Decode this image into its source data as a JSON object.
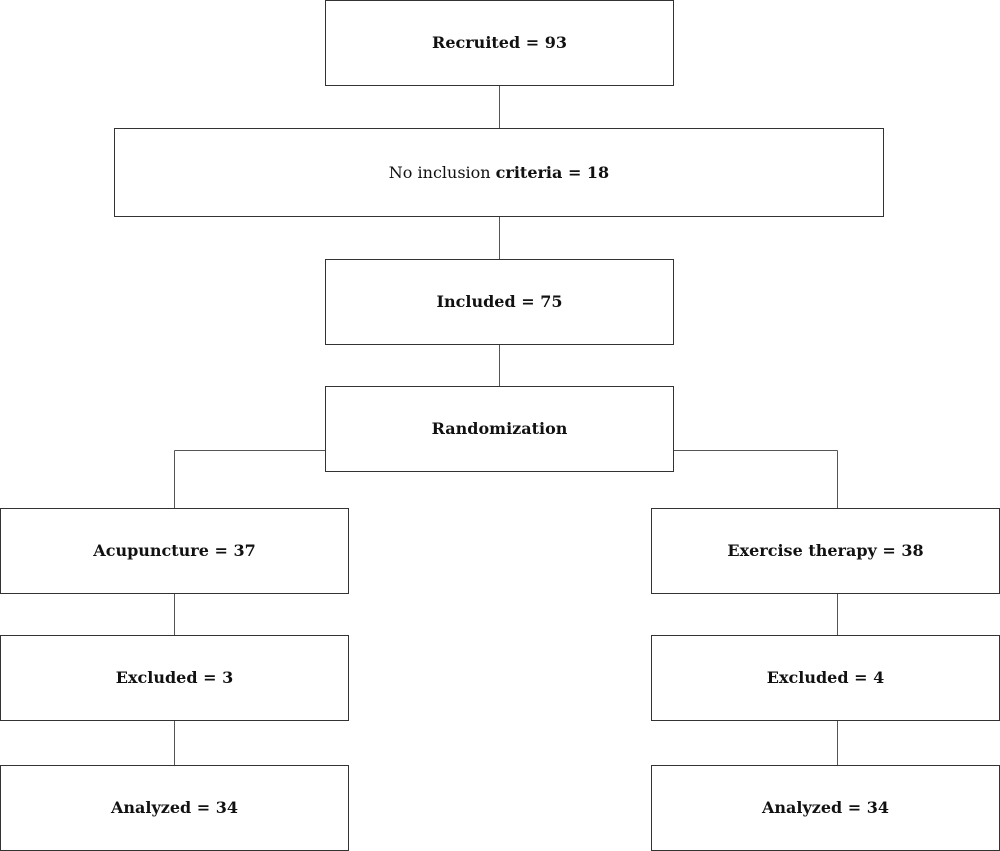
{
  "flow": {
    "recruited": "Recruited = 93",
    "no_inclusion": {
      "prefix": "No inclusion ",
      "bold_part": "criteria = 18"
    },
    "included": "Included = 75",
    "randomization": "Randomization",
    "left_arm": {
      "group": "Acupuncture = 37",
      "excluded": "Excluded = 3",
      "analyzed": "Analyzed = 34"
    },
    "right_arm": {
      "group": "Exercise therapy = 38",
      "excluded": "Excluded = 4",
      "analyzed": "Analyzed = 34"
    }
  }
}
